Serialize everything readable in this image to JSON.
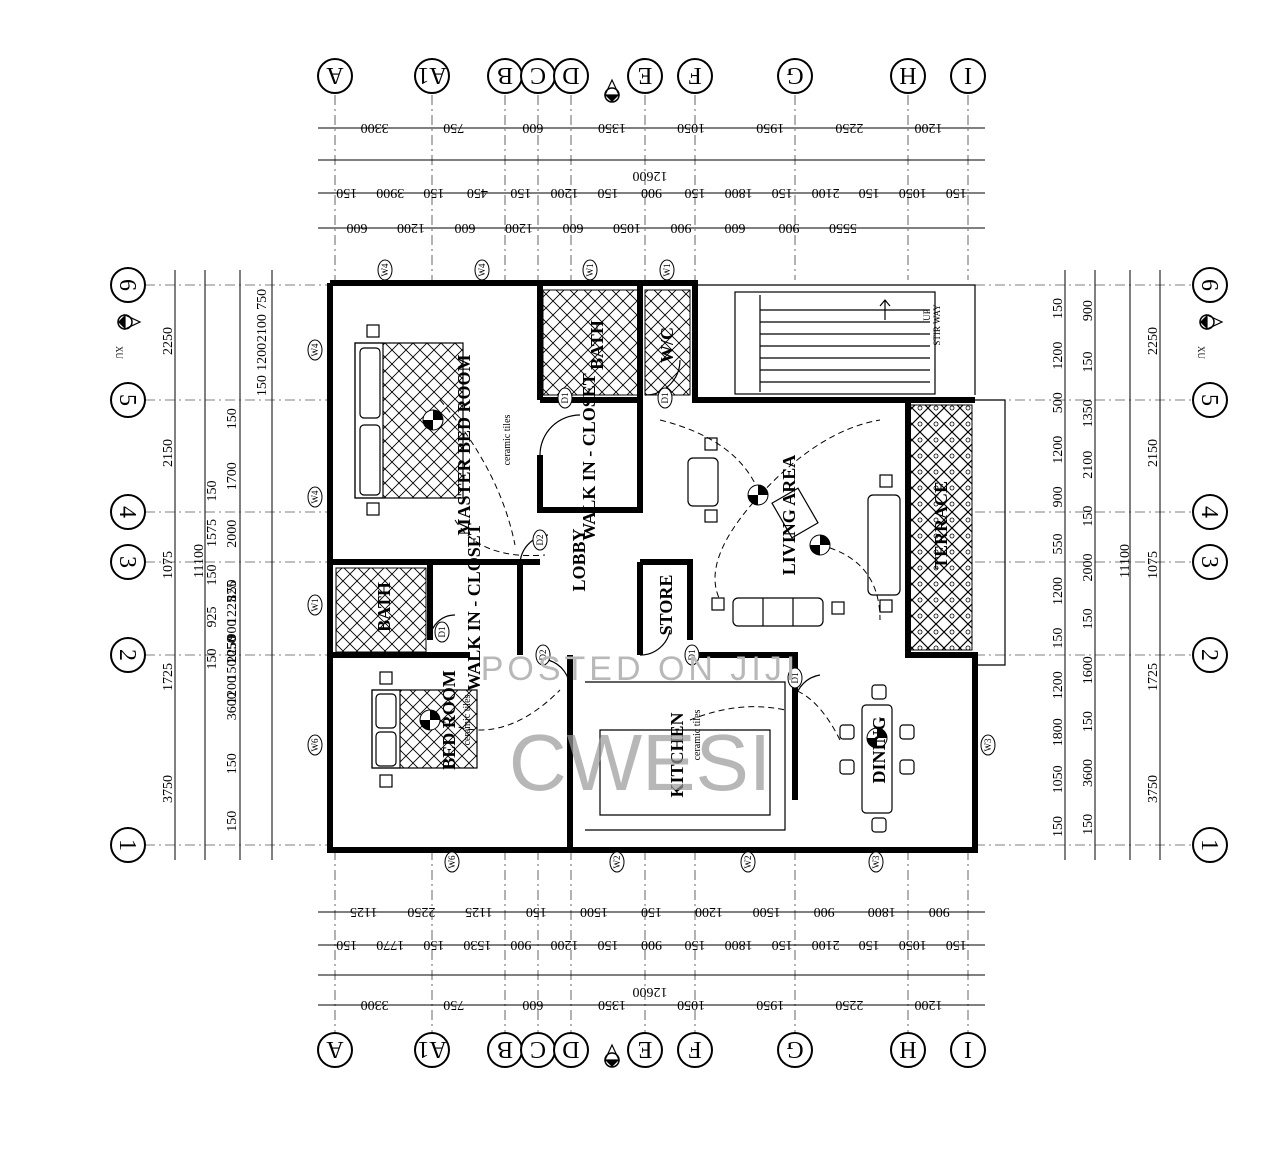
{
  "grid": {
    "columns": [
      "A",
      "A1",
      "B",
      "C",
      "D",
      "E",
      "F",
      "G",
      "H",
      "I"
    ],
    "rows": [
      "1",
      "2",
      "3",
      "4",
      "5",
      "6"
    ]
  },
  "dimensions": {
    "top_row1": [
      "3300",
      "750",
      "600",
      "1350",
      "1050",
      "1950",
      "2250",
      "1200"
    ],
    "top_total": "12600",
    "top_row3": [
      "150",
      "3900",
      "150",
      "450",
      "150",
      "1200",
      "150",
      "900",
      "150",
      "1800",
      "150",
      "2100",
      "150",
      "1050",
      "150"
    ],
    "top_row4": [
      "600",
      "1200",
      "600",
      "1200",
      "600",
      "1050",
      "900",
      "600",
      "900",
      "5550"
    ],
    "bottom_row1": [
      "1125",
      "2250",
      "1125",
      "150",
      "1500",
      "150",
      "1200",
      "1500",
      "900",
      "1800",
      "900"
    ],
    "bottom_row2": [
      "150",
      "1770",
      "150",
      "1530",
      "900",
      "1200",
      "150",
      "900",
      "150",
      "1800",
      "150",
      "2100",
      "150",
      "1050",
      "150"
    ],
    "bottom_total": "12600",
    "bottom_row4": [
      "3300",
      "750",
      "600",
      "1350",
      "1050",
      "1950",
      "2250",
      "1200"
    ],
    "left_outer": [
      "2250",
      "2150",
      "1075",
      "1725",
      "3750"
    ],
    "left_total": "11100",
    "left_mid": [
      "150",
      "1575",
      "150",
      "925",
      "150"
    ],
    "left_inner_a": [
      "150",
      "1225",
      "900",
      "1050",
      "150",
      "1200"
    ],
    "left_inner_b": [
      "150",
      "1700",
      "2000",
      "825",
      "2250",
      "3600",
      "150",
      "150"
    ],
    "left_inner_c": [
      "750",
      "2100",
      "1200",
      "150"
    ],
    "right_outer": [
      "2250",
      "2150",
      "1075",
      "1725",
      "3750"
    ],
    "right_total": "11100",
    "right_mid": [
      "150",
      "1200",
      "500",
      "1200",
      "900",
      "550",
      "1200",
      "150",
      "1200",
      "1800",
      "1050",
      "150"
    ],
    "right_inner": [
      "900",
      "150",
      "1350",
      "2100",
      "150",
      "2000",
      "150",
      "1600",
      "150",
      "3600",
      "150"
    ]
  },
  "rooms": {
    "master": "MASTER BED ROOM",
    "master_sub": "ceramic tiles",
    "bath1": "BATH",
    "wc": "W/C",
    "walkin1": "WALK IN - CLOSET",
    "lobby": "LOBBY",
    "living": "LIVING AREA",
    "terrace": "TERRACE",
    "stair": "STIR WAY",
    "stair_up": "UP",
    "bath2": "BATH",
    "walkin2": "WALK IN - CLOSET",
    "store": "STORE",
    "bedroom": "BED ROOM",
    "bedroom_sub": "ceramic tiles",
    "kitchen": "KITCHEN",
    "kitchen_sub": "ceramic tiles",
    "dining": "DINING"
  },
  "tags": {
    "w1": "W1",
    "w2": "W2",
    "w3": "W3",
    "w4": "W4",
    "w6": "W6",
    "d1": "D1",
    "d2": "D2"
  },
  "section_marker": "XU",
  "watermark": {
    "line1": "POSTED ON JIJI",
    "line2": "CWESI"
  }
}
